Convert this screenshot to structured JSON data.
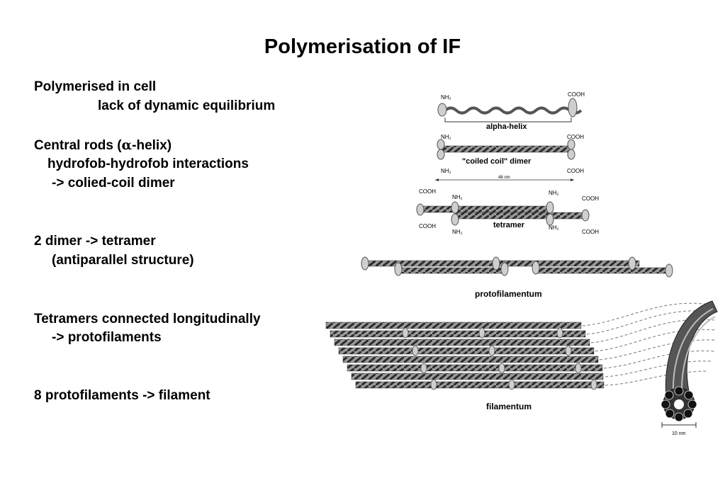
{
  "title": "Polymerisation of IF",
  "text": {
    "line1": "Polymerised in cell",
    "line2": "lack of dynamic equilibrium",
    "line3_pre": "Central rods (",
    "line3_alpha": "α",
    "line3_post": "-helix)",
    "line4": "hydrofob-hydrofob interactions",
    "line5": "-> colied-coil dimer",
    "line6": "2 dimer -> tetramer",
    "line7": "(antiparallel structure)",
    "line8": "Tetramers connected longitudinally",
    "line9": "-> protofilaments",
    "line10": "8 protofilaments -> filament"
  },
  "figure": {
    "nh2": "NH₂",
    "cooh": "COOH",
    "alpha_helix": "alpha-helix",
    "coiled_coil": "\"coiled coil\" dimer",
    "length": "48 nm",
    "tetramer": "tetramer",
    "protofilamentum": "protofilamentum",
    "filamentum": "filamentum",
    "scale": "10 nm"
  },
  "colors": {
    "text": "#000000",
    "strand_dark": "#2b2b2b",
    "strand_light": "#9a9a9a",
    "head": "#cfcfcf"
  }
}
